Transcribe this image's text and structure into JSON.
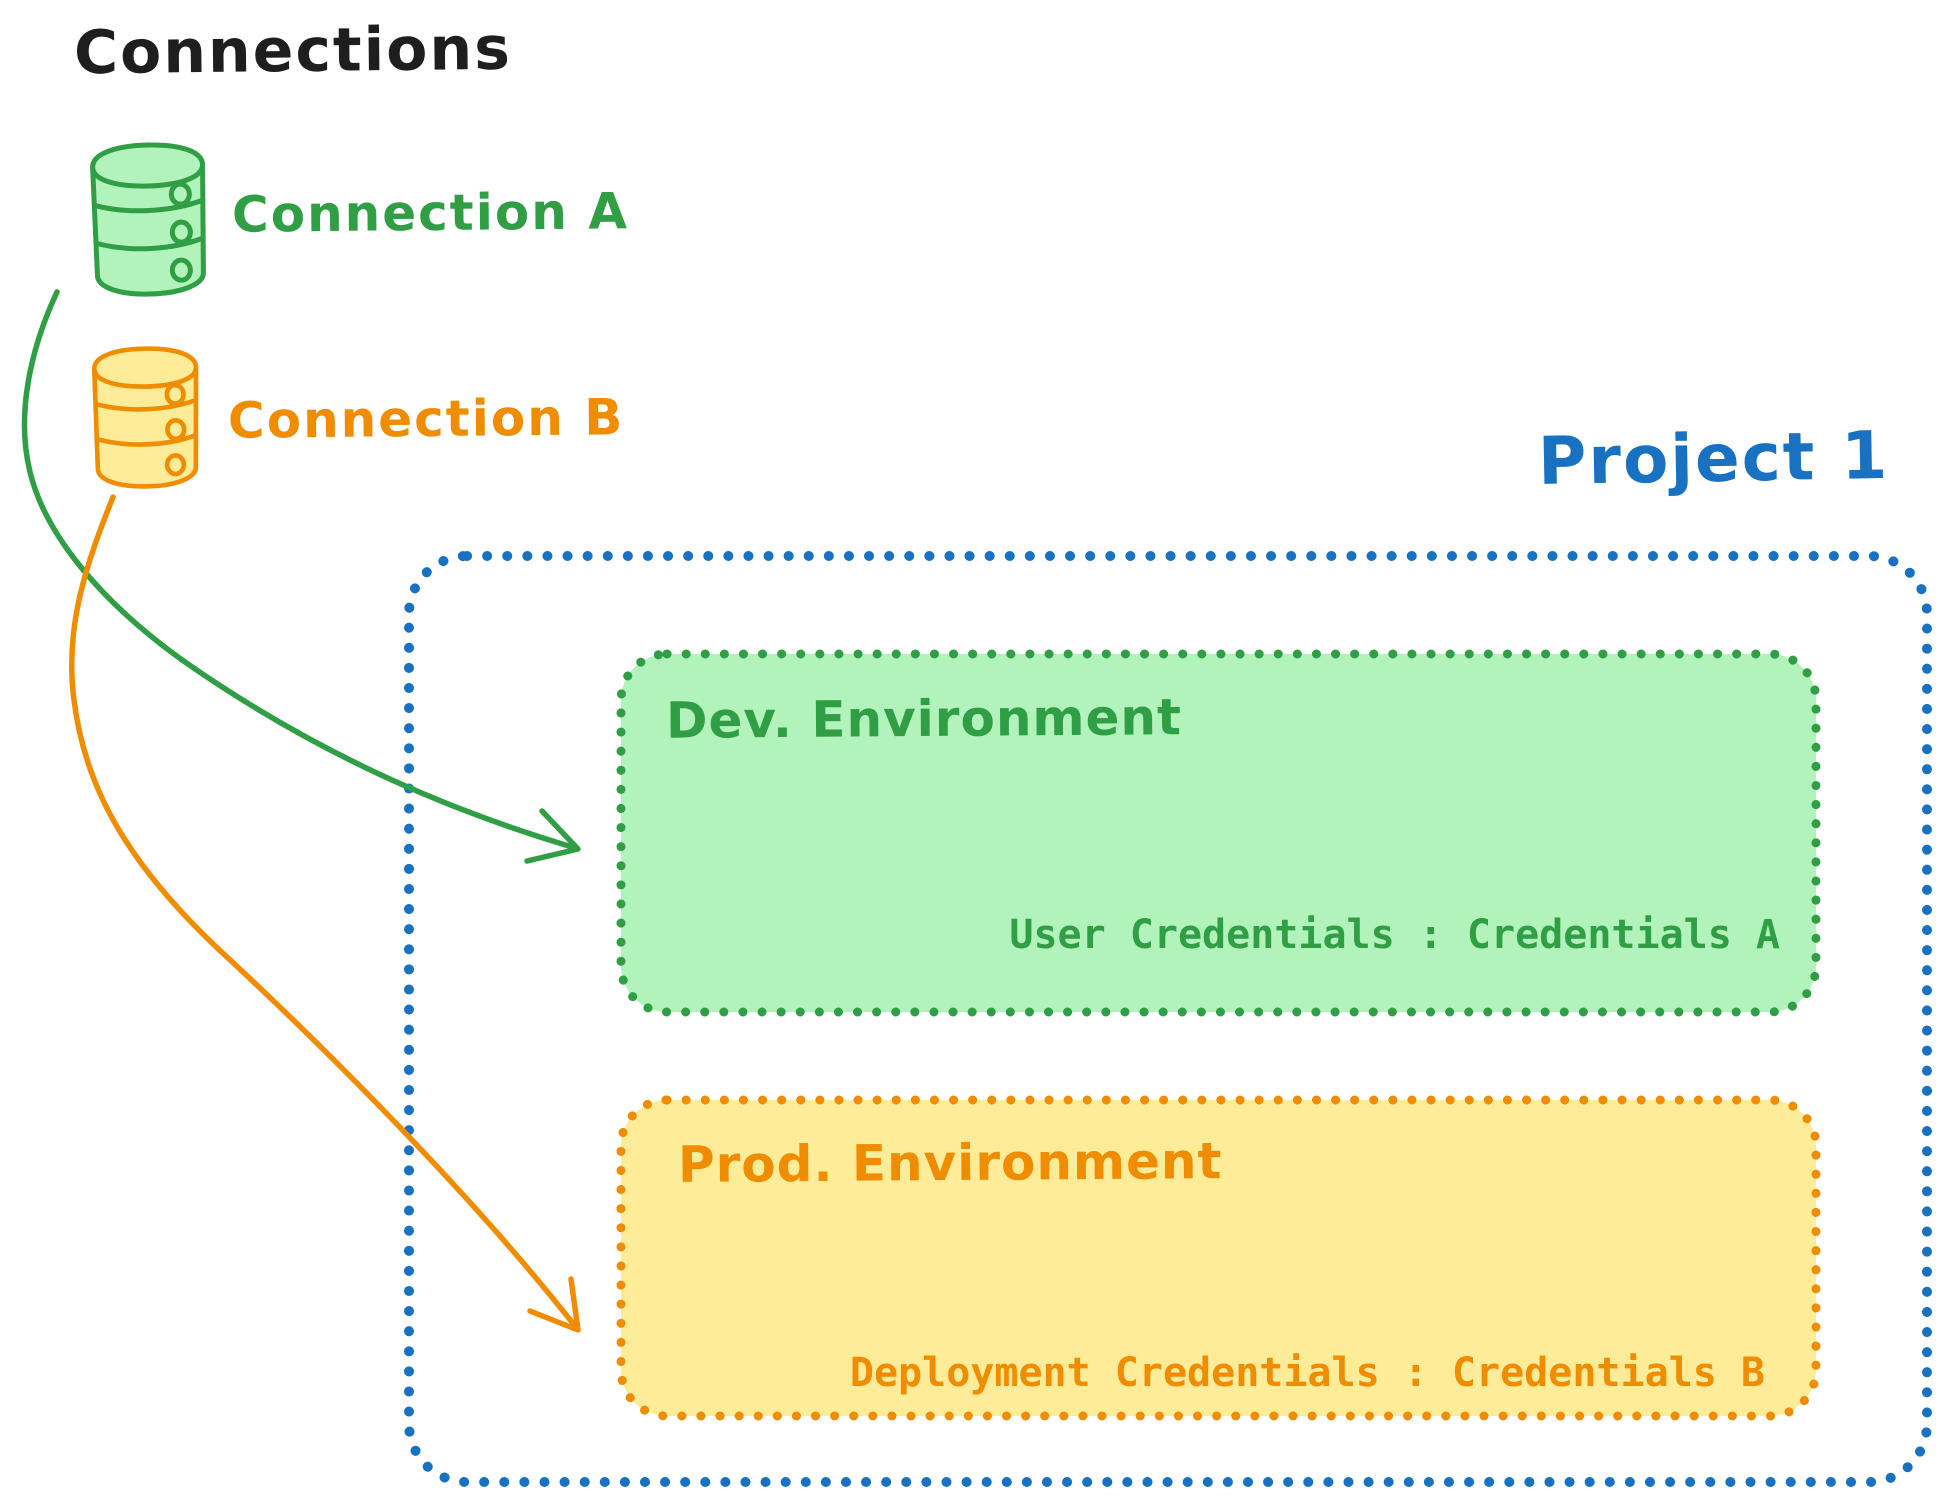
{
  "diagram": {
    "title": "Connections",
    "palette": {
      "ink": "#1e1e1e",
      "green_stroke": "#2f9e44",
      "green_fill": "#b2f2bb",
      "orange_stroke": "#f08c00",
      "orange_fill": "#ffec99",
      "blue_stroke": "#1971c2"
    },
    "connections": [
      {
        "label": "Connection A",
        "icon": "database-icon",
        "color": "#2f9e44"
      },
      {
        "label": "Connection B",
        "icon": "database-icon",
        "color": "#f08c00"
      }
    ],
    "project": {
      "title": "Project 1",
      "border_color": "#1971c2",
      "environments": [
        {
          "name": "Dev. Environment",
          "credentials": "User Credentials : Credentials A",
          "stroke": "#2f9e44",
          "fill": "#b2f2bb"
        },
        {
          "name": "Prod. Environment",
          "credentials": "Deployment Credentials : Credentials B",
          "stroke": "#f08c00",
          "fill": "#ffec99"
        }
      ]
    },
    "arrows": [
      {
        "from": "Connection A",
        "to": "Dev. Environment",
        "color": "#2f9e44"
      },
      {
        "from": "Connection B",
        "to": "Prod. Environment",
        "color": "#f08c00"
      }
    ]
  }
}
